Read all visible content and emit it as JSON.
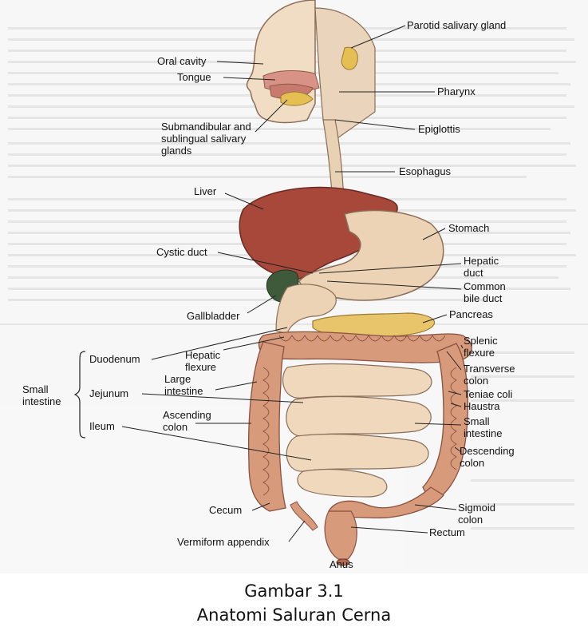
{
  "labels": {
    "parotid": "Parotid salivary gland",
    "oral_cavity": "Oral cavity",
    "tongue": "Tongue",
    "pharynx": "Pharynx",
    "submandibular": [
      "Submandibular and",
      "sublingual salivary",
      "glands"
    ],
    "epiglottis": "Epiglottis",
    "esophagus": "Esophagus",
    "liver": "Liver",
    "stomach": "Stomach",
    "cystic_duct": "Cystic duct",
    "hepatic_duct": [
      "Hepatic",
      "duct"
    ],
    "common_bile_duct": [
      "Common",
      "bile duct"
    ],
    "gallbladder": "Gallbladder",
    "pancreas": "Pancreas",
    "duodenum": "Duodenum",
    "hepatic_flexure": [
      "Hepatic",
      "flexure"
    ],
    "splenic_flexure": [
      "Splenic",
      "flexure"
    ],
    "small_intestine_group": [
      "Small",
      "intestine"
    ],
    "jejunum": "Jejunum",
    "large_intestine": [
      "Large",
      "intestine"
    ],
    "transverse_colon": [
      "Transverse",
      "colon"
    ],
    "teniae_coli": "Teniae coli",
    "haustra": "Haustra",
    "ileum": "Ileum",
    "ascending_colon": [
      "Ascending",
      "colon"
    ],
    "small_intestine": [
      "Small",
      "intestine"
    ],
    "descending_colon": [
      "Descending",
      "colon"
    ],
    "cecum": "Cecum",
    "sigmoid_colon": [
      "Sigmoid",
      "colon"
    ],
    "rectum": "Rectum",
    "vermiform_appendix": "Vermiform appendix",
    "anus": "Anus"
  },
  "caption": {
    "line1": "Gambar 3.1",
    "line2": "Anatomi Saluran Cerna"
  },
  "colors": {
    "liver": "#a8483a",
    "gallbladder": "#3f5a3a",
    "pancreas": "#e8c56a",
    "stomach": "#ecd3b5",
    "small_intestine": "#efd8bc",
    "large_intestine": "#d79b7c",
    "esophagus": "#e9d1b4"
  }
}
